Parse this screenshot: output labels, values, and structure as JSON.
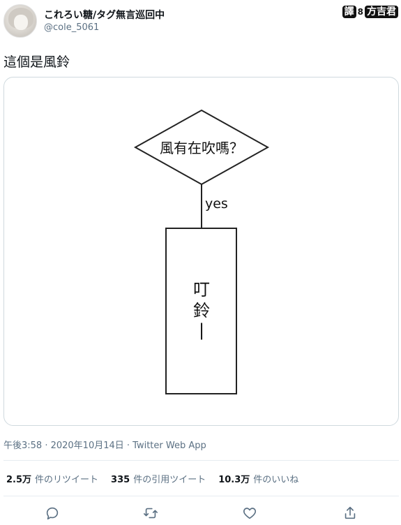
{
  "user": {
    "display_name": "これろい糖/タグ無言巡回中",
    "handle": "@cole_5061"
  },
  "translator_badge": {
    "left": "譯",
    "sep": "8",
    "right": "方吉君"
  },
  "tweet": {
    "text": "這個是風鈴",
    "timestamp": "午後3:58 · 2020年10月14日 · Twitter Web App"
  },
  "flowchart": {
    "decision": "風有在吹嗎？",
    "edge_label": "yes",
    "process_lines": [
      "叮",
      "鈴",
      "|"
    ]
  },
  "stats": {
    "retweets": {
      "count": "2.5万",
      "label": "件のリツイート"
    },
    "quotes": {
      "count": "335",
      "label": "件の引用ツイート"
    },
    "likes": {
      "count": "10.3万",
      "label": "件のいいね"
    }
  },
  "actions": [
    "reply-icon",
    "retweet-icon",
    "like-icon",
    "share-icon"
  ],
  "colors": {
    "secondary_text": "#5b7083",
    "divider": "#e6ecf0",
    "icon": "#5b7083"
  }
}
